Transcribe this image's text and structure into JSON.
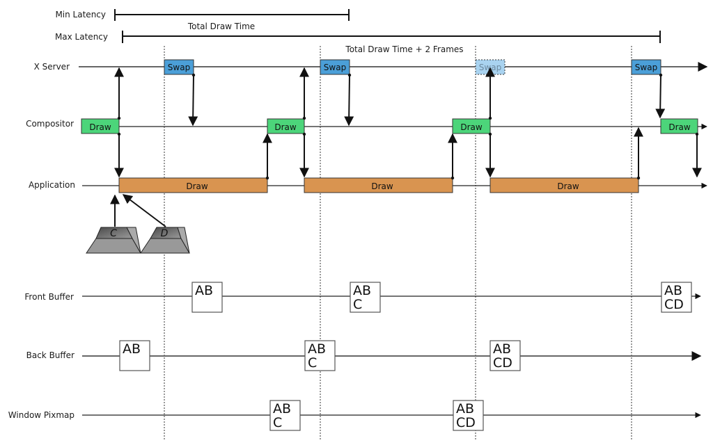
{
  "colors": {
    "swap": "#4b9fd8",
    "swap_ghost": "#a9d3f0",
    "compositor_draw": "#4cd57a",
    "app_draw": "#d99450",
    "line": "#222222",
    "buffer_box": "#ffffff"
  },
  "measures": {
    "min_latency": "Min Latency",
    "max_latency": "Max Latency",
    "total_draw_time": "Total Draw Time",
    "total_draw_time_plus": "Total Draw Time + 2 Frames"
  },
  "lanes": {
    "x_server": "X Server",
    "compositor": "Compositor",
    "application": "Application",
    "front_buffer": "Front Buffer",
    "back_buffer": "Back Buffer",
    "window_pixmap": "Window Pixmap"
  },
  "boxes": {
    "swap": "Swap",
    "draw": "Draw"
  },
  "keys": {
    "key1": "C",
    "key2": "D"
  },
  "buffers": {
    "front": [
      [
        "AB"
      ],
      [
        "AB",
        "C"
      ],
      [
        "AB",
        "CD"
      ]
    ],
    "back": [
      [
        "AB"
      ],
      [
        "AB",
        "C"
      ],
      [
        "AB",
        "CD"
      ]
    ],
    "pixmap": [
      [
        "AB",
        "C"
      ],
      [
        "AB",
        "CD"
      ]
    ]
  }
}
